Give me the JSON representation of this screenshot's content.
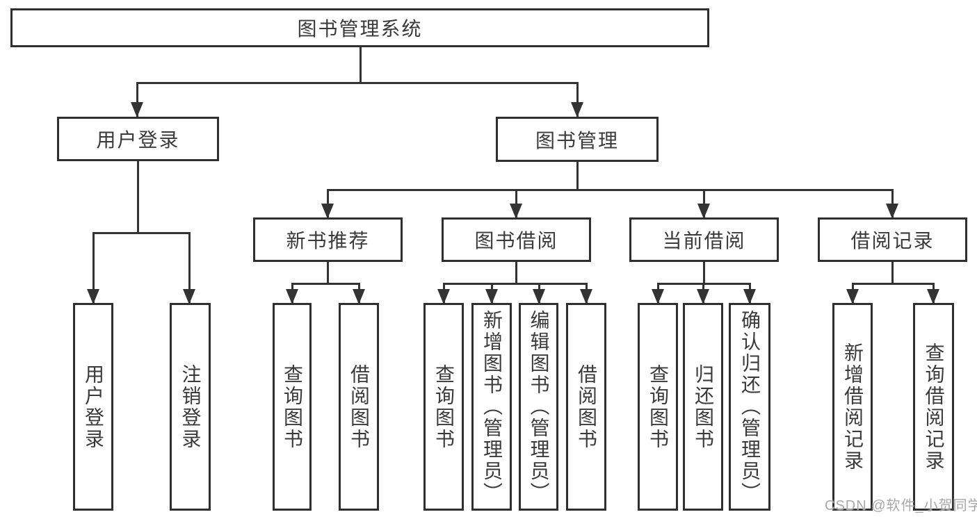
{
  "diagram": {
    "root": {
      "label": "图书管理系统"
    },
    "level2": {
      "user_login": {
        "label": "用户登录"
      },
      "book_management": {
        "label": "图书管理"
      }
    },
    "level3": {
      "new_book_recommend": {
        "label": "新书推荐"
      },
      "book_borrow": {
        "label": "图书借阅"
      },
      "current_borrow": {
        "label": "当前借阅"
      },
      "borrow_records": {
        "label": "借阅记录"
      }
    },
    "leaves": {
      "user_login_leaf": {
        "label": "用户登录"
      },
      "logout": {
        "label": "注销登录"
      },
      "recommend_query_books": {
        "label": "查询图书"
      },
      "recommend_borrow_books": {
        "label": "借阅图书"
      },
      "borrow_query_books": {
        "label": "查询图书"
      },
      "add_books_admin": {
        "label": "新增图书（管理员）"
      },
      "edit_books_admin": {
        "label": "编辑图书（管理员）"
      },
      "borrow_books": {
        "label": "借阅图书"
      },
      "current_query_books": {
        "label": "查询图书"
      },
      "return_books": {
        "label": "归还图书"
      },
      "confirm_return_admin": {
        "label": "确认归还（管理员）"
      },
      "add_borrow_record": {
        "label": "新增借阅记录"
      },
      "query_borrow_record": {
        "label": "查询借阅记录"
      }
    }
  },
  "watermark": "CSDN @软件_小贺同学",
  "colors": {
    "line": "#333333",
    "border": "#2f2f2f",
    "text": "#3a3a3a",
    "watermark": "#a9a9a9",
    "background": "#ffffff"
  }
}
